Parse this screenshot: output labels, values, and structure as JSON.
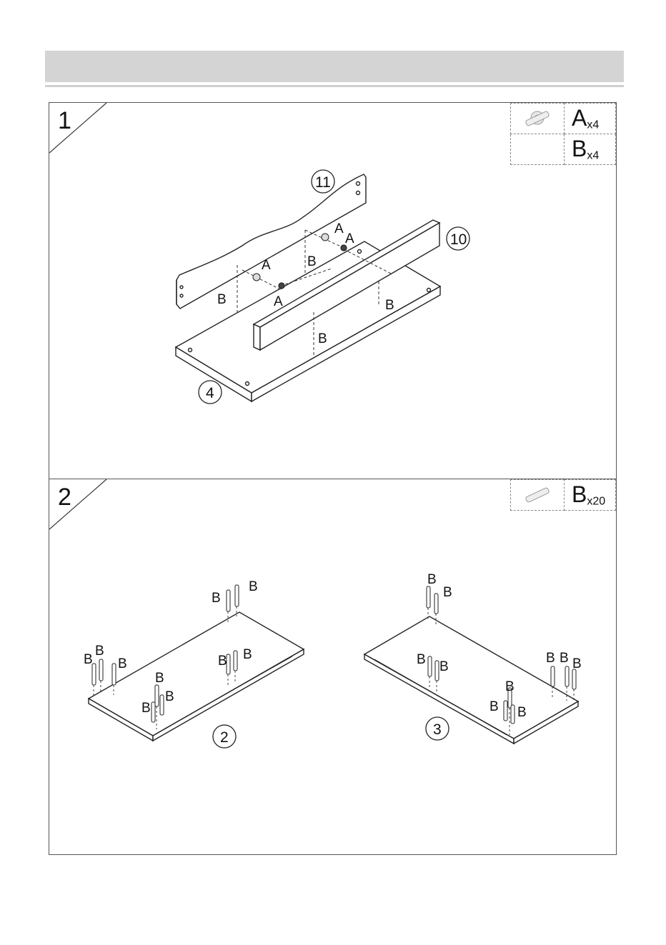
{
  "steps": [
    {
      "number": "1",
      "hardware": [
        {
          "letter": "A",
          "qty": "x4",
          "icon": "cam-lock-icon"
        },
        {
          "letter": "B",
          "qty": "x4",
          "icon": "wooden-dowel-icon"
        }
      ],
      "part_numbers": [
        "11",
        "10",
        "4"
      ],
      "callouts": [
        "A",
        "A",
        "A",
        "A",
        "B",
        "B",
        "B",
        "B"
      ]
    },
    {
      "number": "2",
      "hardware": [
        {
          "letter": "B",
          "qty": "x20",
          "icon": "wooden-dowel-icon"
        }
      ],
      "part_numbers": [
        "2",
        "3"
      ],
      "callouts": [
        "B"
      ]
    }
  ],
  "colors": {
    "header": "#d4d4d4",
    "line": "#222222"
  }
}
